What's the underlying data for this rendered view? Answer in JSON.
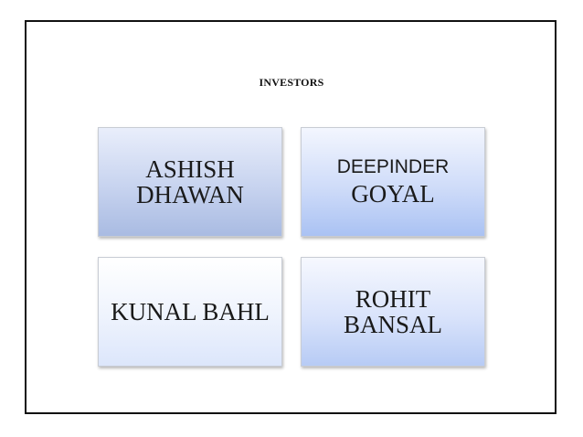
{
  "slide": {
    "title": "INVESTORS",
    "investors": [
      {
        "lines": [
          "ASHISH",
          "DHAWAN"
        ]
      },
      {
        "lines": [
          "DEEPINDER",
          "GOYAL"
        ]
      },
      {
        "lines": [
          "KUNAL BAHL"
        ]
      },
      {
        "lines": [
          "ROHIT",
          "BANSAL"
        ]
      }
    ]
  }
}
